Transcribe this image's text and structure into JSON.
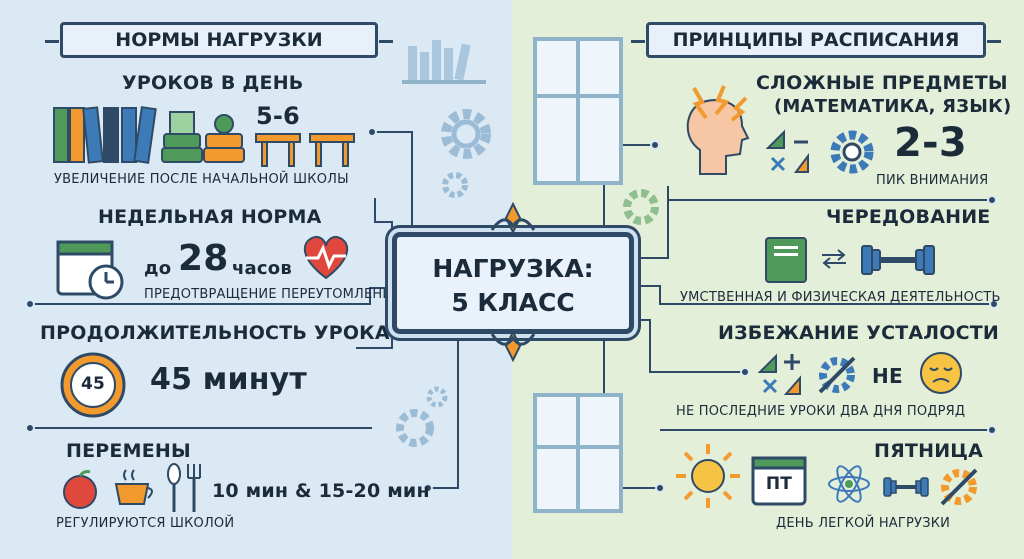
{
  "left": {
    "banner": "НОРМЫ НАГРУЗКИ",
    "lessons_per_day": {
      "title": "УРОКОВ В ДЕНЬ",
      "value": "5-6",
      "note": "УВЕЛИЧЕНИЕ ПОСЛЕ НАЧАЛЬНОЙ ШКОЛЫ"
    },
    "weekly": {
      "title": "НЕДЕЛЬНАЯ НОРМА",
      "prefix": "до",
      "value": "28",
      "unit": "часов",
      "note": "ПРЕДОТВРАЩЕНИЕ ПЕРЕУТОМЛЕНИЯ"
    },
    "duration": {
      "title": "ПРОДОЛЖИТЕЛЬНОСТЬ УРОКА",
      "clock_value": "45",
      "value": "45 минут"
    },
    "breaks": {
      "title": "ПЕРЕМЕНЫ",
      "value": "10 мин & 15-20 мин",
      "note": "РЕГУЛИРУЮТСЯ ШКОЛОЙ"
    }
  },
  "center": {
    "line1": "НАГРУЗКА:",
    "line2": "5 КЛАСС"
  },
  "right": {
    "banner": "ПРИНЦИПЫ РАСПИСАНИЯ",
    "complex": {
      "title1": "СЛОЖНЫЕ ПРЕДМЕТЫ",
      "title2": "(МАТЕМАТИКА, ЯЗЫК)",
      "value": "2-3",
      "note": "ПИК ВНИМАНИЯ"
    },
    "alternation": {
      "title": "ЧЕРЕДОВАНИЕ",
      "note": "УМСТВЕННАЯ И ФИЗИЧЕСКАЯ ДЕЯТЕЛЬНОСТЬ"
    },
    "fatigue": {
      "title": "ИЗБЕЖАНИЕ УСТАЛОСТИ",
      "not_label": "НЕ",
      "note": "НЕ ПОСЛЕДНИЕ УРОКИ ДВА ДНЯ ПОДРЯД"
    },
    "friday": {
      "title": "ПЯТНИЦА",
      "calendar_label": "ПТ",
      "note": "ДЕНЬ ЛЕГКОЙ НАГРУЗКИ"
    }
  },
  "colors": {
    "navy": "#2e4a66",
    "red": "#e0483e",
    "orange": "#f29a2e",
    "green": "#4f9a5a",
    "blue": "#3d7ab8"
  }
}
